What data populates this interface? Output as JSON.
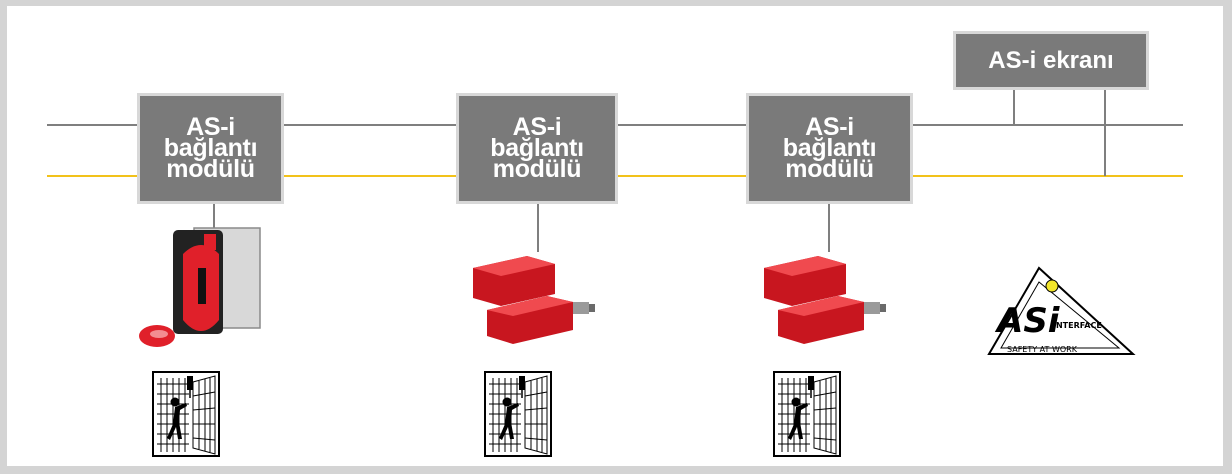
{
  "modules": [
    {
      "line1": "AS-i",
      "line2": "bağlantı",
      "line3": "modülü"
    },
    {
      "line1": "AS-i",
      "line2": "bağlantı",
      "line3": "modülü"
    },
    {
      "line1": "AS-i",
      "line2": "bağlantı",
      "line3": "modülü"
    }
  ],
  "display": {
    "label": "AS-i ekranı"
  },
  "logo": {
    "brand": "ASi INTERFACE",
    "tagline": "SAFETY AT WORK"
  },
  "colors": {
    "module_fill": "#7a7a7a",
    "bus_gray": "#7f7f7f",
    "bus_yellow": "#f2c21a",
    "device_red": "#e0202a"
  },
  "icons": [
    "door-interlock-icon",
    "door-interlock-icon",
    "door-interlock-icon"
  ]
}
